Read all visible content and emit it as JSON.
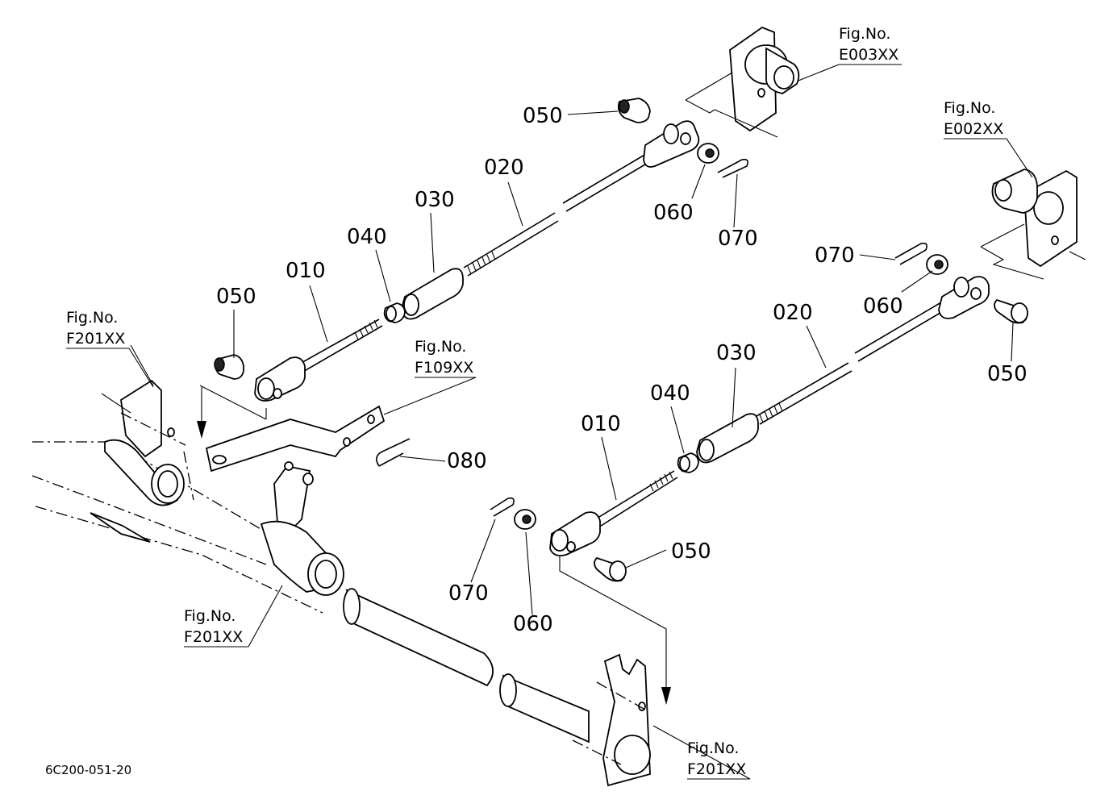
{
  "drawing_code": "6C200-051-20",
  "callouts": [
    {
      "id": "c1",
      "text": "050"
    },
    {
      "id": "c2",
      "text": "020"
    },
    {
      "id": "c3",
      "text": "030"
    },
    {
      "id": "c4",
      "text": "040"
    },
    {
      "id": "c5",
      "text": "010"
    },
    {
      "id": "c6",
      "text": "050"
    },
    {
      "id": "c7",
      "text": "060"
    },
    {
      "id": "c8",
      "text": "070"
    },
    {
      "id": "c9",
      "text": "080"
    },
    {
      "id": "c10",
      "text": "070"
    },
    {
      "id": "c11",
      "text": "060"
    },
    {
      "id": "c12",
      "text": "020"
    },
    {
      "id": "c13",
      "text": "030"
    },
    {
      "id": "c14",
      "text": "040"
    },
    {
      "id": "c15",
      "text": "010"
    },
    {
      "id": "c16",
      "text": "050"
    },
    {
      "id": "c17",
      "text": "050"
    },
    {
      "id": "c18",
      "text": "070"
    },
    {
      "id": "c19",
      "text": "060"
    }
  ],
  "figure_refs": [
    {
      "id": "f1",
      "prefix": "Fig.No.",
      "code": "E003XX"
    },
    {
      "id": "f2",
      "prefix": "Fig.No.",
      "code": "E002XX"
    },
    {
      "id": "f3",
      "prefix": "Fig.No.",
      "code": "F201XX"
    },
    {
      "id": "f4",
      "prefix": "Fig.No.",
      "code": "F109XX"
    },
    {
      "id": "f5",
      "prefix": "Fig.No.",
      "code": "F201XX"
    },
    {
      "id": "f6",
      "prefix": "Fig.No.",
      "code": "F201XX"
    }
  ]
}
